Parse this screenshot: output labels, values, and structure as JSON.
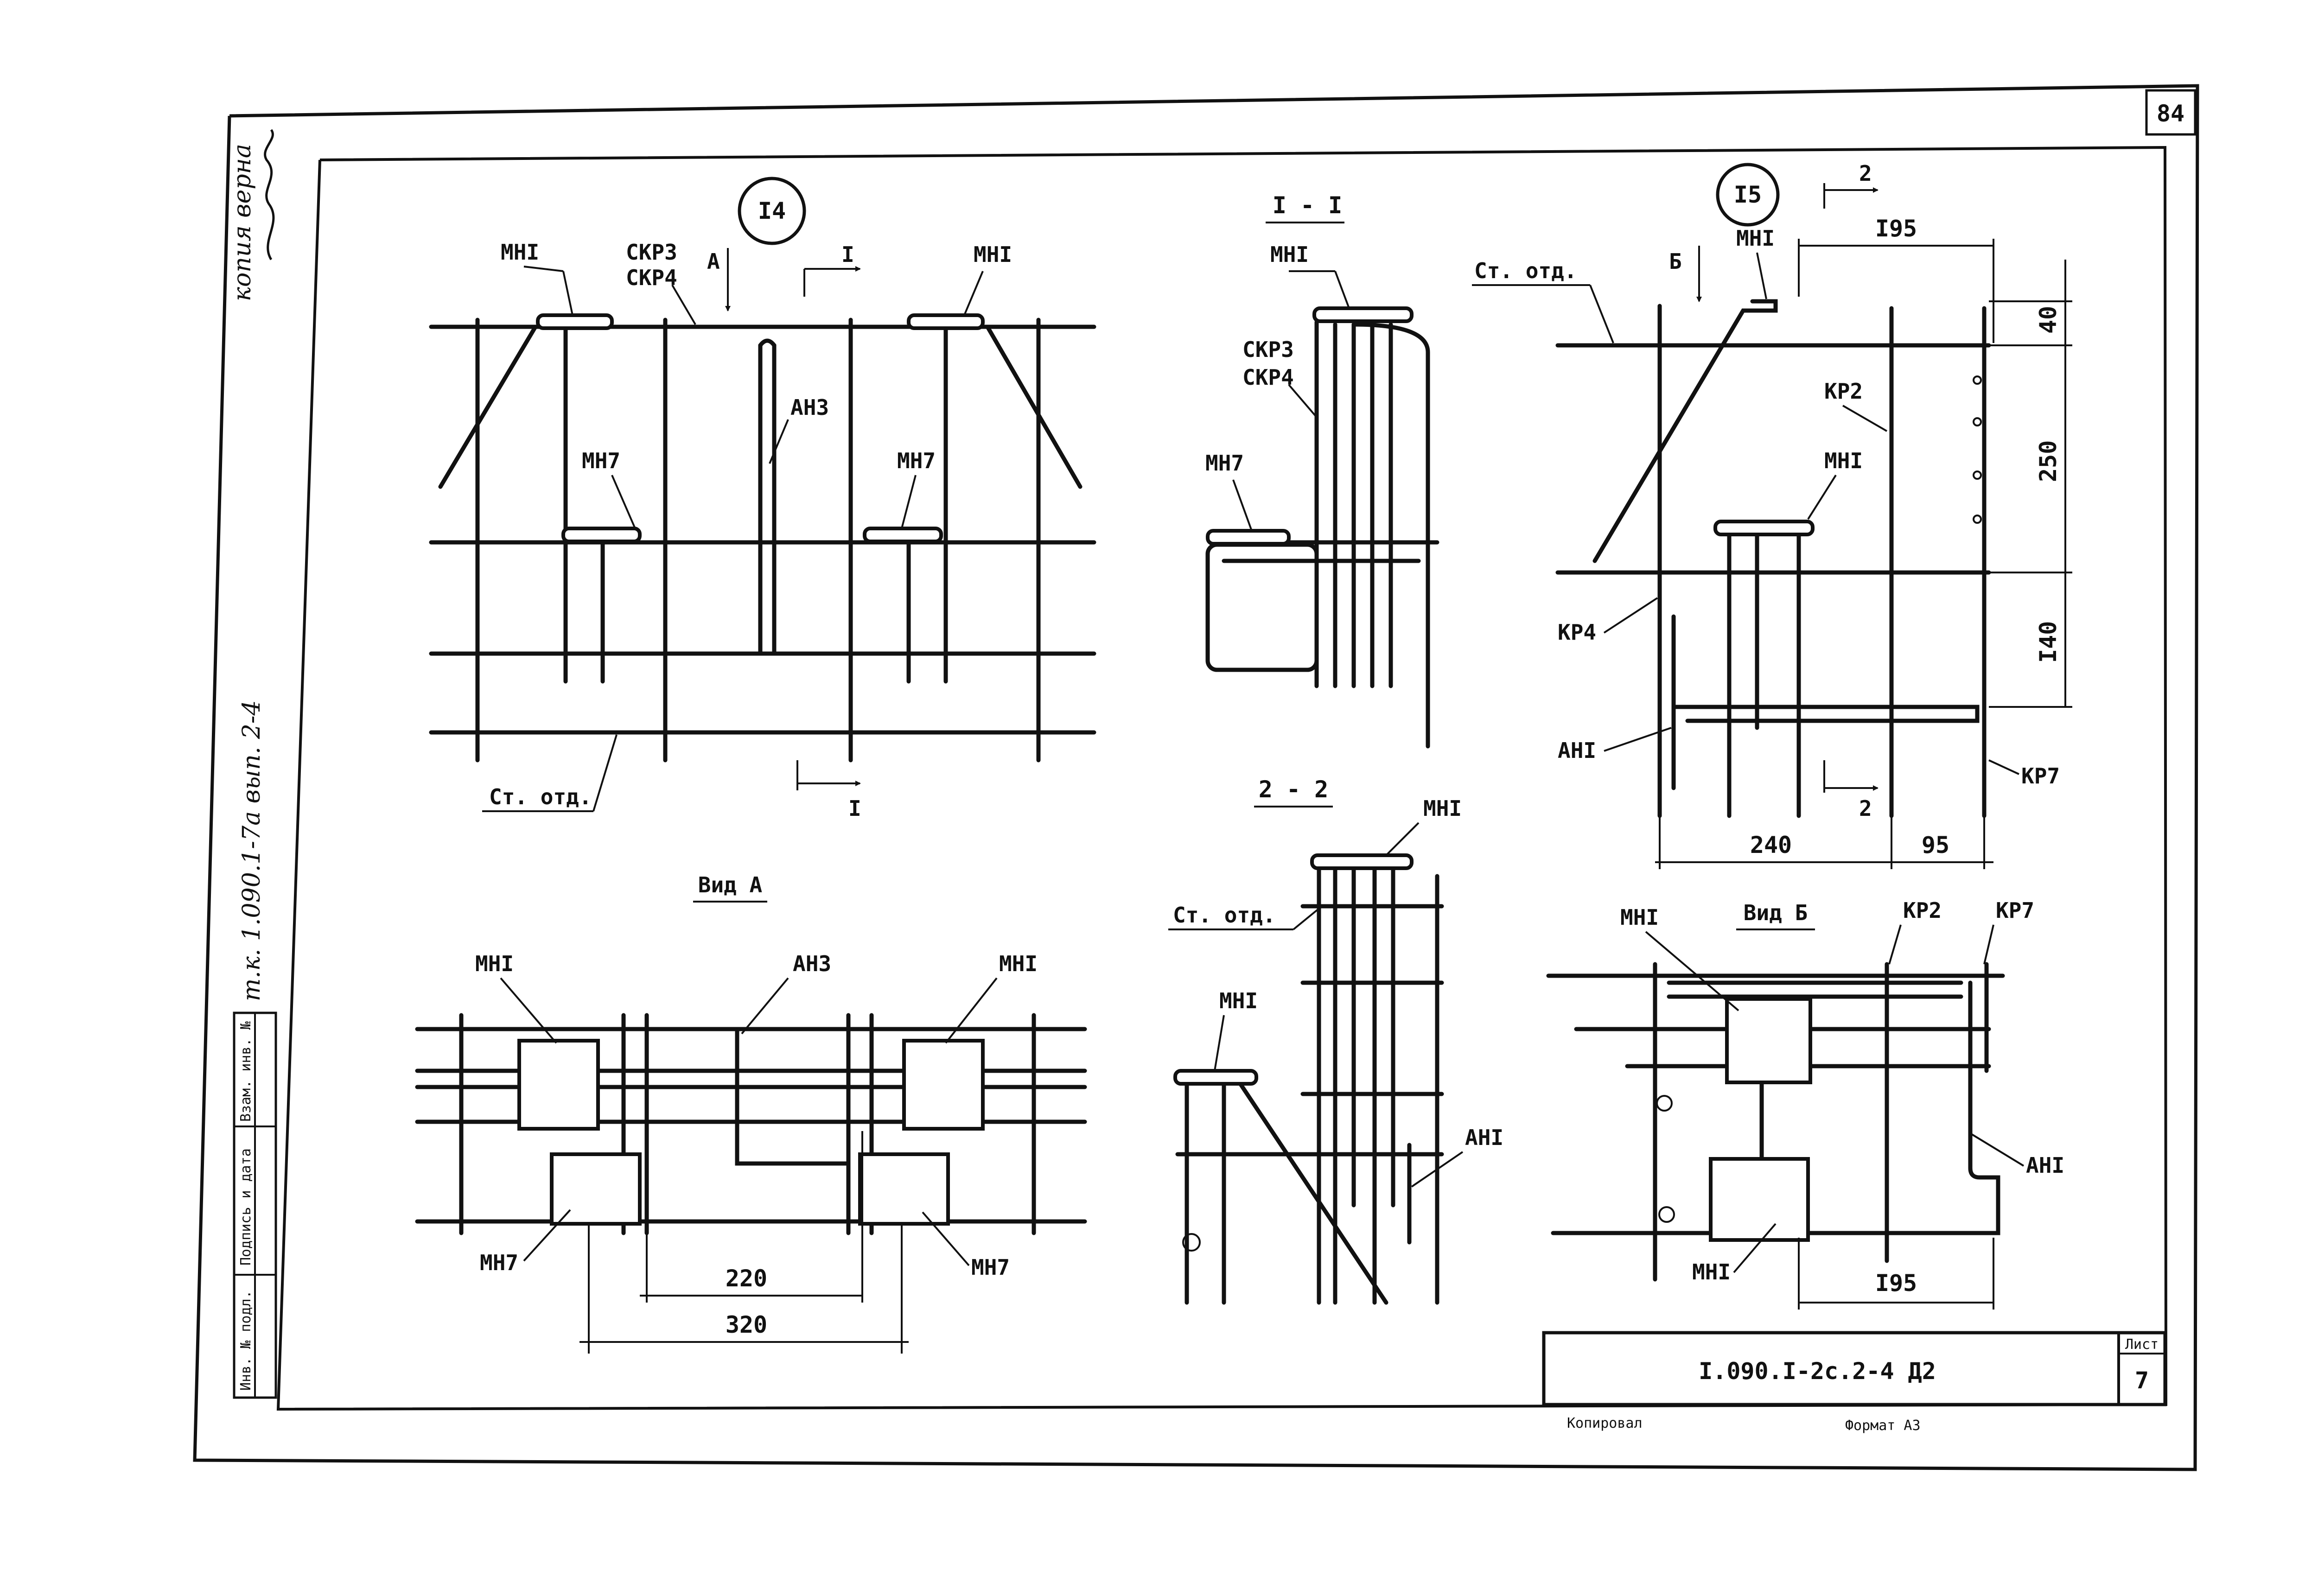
{
  "sheet": {
    "page_number": "84",
    "sheet_label": "Лист",
    "sheet_number": "7",
    "designation": "I.090.I-2c.2-4 Д2",
    "copied_label": "Копировал",
    "format_label": "Формат А3"
  },
  "margin": {
    "handwritten_copy": "копия верна",
    "series_note": "т.к. 1.090.1-7а вып. 2-4",
    "stamp_cells": [
      "Инв. № подл.",
      "Подпись и дата",
      "Взам. инв. №"
    ]
  },
  "node14": {
    "id": "I4",
    "labels": {
      "mh1_left": "МНI",
      "skr3": "СКР3",
      "skr4": "СКР4",
      "arrow_a": "А",
      "section_mark_top": "I",
      "mh1_right": "МНI",
      "ah3": "АН3",
      "mh7_left": "МН7",
      "mh7_right": "МН7",
      "st_otd": "Ст. отд.",
      "section_mark_bottom": "I"
    }
  },
  "section11": {
    "title": "I - I",
    "labels": {
      "mh1": "МНI",
      "skr3": "СКР3",
      "skr4": "СКР4",
      "mh7": "МН7"
    }
  },
  "node15": {
    "id": "I5",
    "labels": {
      "section_mark_top": "2",
      "arrow_b": "Б",
      "mh1_top": "МНI",
      "st_otd": "Ст. отд.",
      "kr2": "КР2",
      "mh1_mid": "МНI",
      "kr4": "КР4",
      "ah1": "АНI",
      "kr7": "КР7",
      "section_mark_bottom": "2"
    },
    "dims": {
      "d195_top": "I95",
      "d40": "40",
      "d250": "250",
      "d140": "I40",
      "d240": "240",
      "d95": "95"
    }
  },
  "viewA": {
    "title": "Вид А",
    "labels": {
      "mh1_left": "МНI",
      "ah3": "АН3",
      "mh1_right": "МНI",
      "mh7_left": "МН7",
      "mh7_right": "МН7"
    },
    "dims": {
      "d220": "220",
      "d320": "320"
    }
  },
  "section22": {
    "title": "2 - 2",
    "labels": {
      "mh1_top": "МНI",
      "st_otd": "Ст. отд.",
      "mh1_low": "МНI",
      "ah1": "АНI"
    }
  },
  "viewB": {
    "title": "Вид Б",
    "labels": {
      "mh1_top": "МНI",
      "kr2": "КР2",
      "kr7": "КР7",
      "ah1": "АНI",
      "mh1_bottom": "МНI"
    },
    "dims": {
      "d195": "I95"
    }
  }
}
